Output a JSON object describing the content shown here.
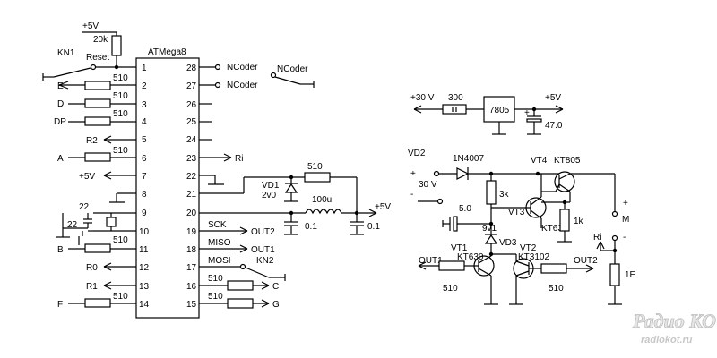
{
  "mcu": {
    "name": "ATMega8",
    "left_pins": [
      "1",
      "2",
      "3",
      "4",
      "5",
      "6",
      "7",
      "8",
      "9",
      "10",
      "11",
      "12",
      "13",
      "14"
    ],
    "right_pins": [
      "28",
      "27",
      "26",
      "25",
      "24",
      "23",
      "22",
      "21",
      "20",
      "19",
      "18",
      "17",
      "16",
      "15"
    ]
  },
  "left_side": {
    "vcc_top": "+5V",
    "r20k": "20k",
    "kn1": "KN1",
    "reset": "Reset",
    "signals": {
      "e": "E",
      "d": "D",
      "dp": "DP",
      "r2": "R2",
      "a": "A",
      "v5": "+5V",
      "b": "B",
      "r0": "R0",
      "r1": "R1",
      "f": "F"
    },
    "r510": "510",
    "c22a": "22",
    "c22b": "22"
  },
  "right_side": {
    "ncoder1": "NCoder",
    "ncoder2": "NCoder",
    "ncoder3": "NCoder",
    "ri": "Ri",
    "vd1": "VD1",
    "vd1_val": "2v0",
    "r510": "510",
    "l100u": "100u",
    "c01a": "0.1",
    "c01b": "0.1",
    "v5": "+5V",
    "sck": "SCK",
    "miso": "MISO",
    "mosi": "MOSI",
    "out1": "OUT1",
    "out2": "OUT2",
    "kn2": "KN2",
    "c": "C",
    "g": "G",
    "r510b": "510",
    "r510c": "510"
  },
  "regulator": {
    "vin": "+30 V",
    "r300": "300",
    "ic": "7805",
    "vout": "+5V",
    "cap": "47.0"
  },
  "driver": {
    "vd2": "VD2",
    "d_1n4007": "1N4007",
    "plus": "+",
    "minus": "-",
    "v30": "30 V",
    "vt4": "VT4",
    "kt805": "KT805",
    "r3k": "3k",
    "c50": "5.0",
    "vt3": "VT3",
    "kt630a": "KT630",
    "r1k": "1k",
    "m_plus": "+",
    "m": "M",
    "m_minus": "-",
    "ri": "Ri",
    "v9": "9v1",
    "vd3": "VD3",
    "vt1": "VT1",
    "kt630b": "KT630",
    "vt2": "VT2",
    "kt3102": "KT3102",
    "out1": "OUT1",
    "out2": "OUT2",
    "r510a": "510",
    "r510b": "510",
    "r1e": "1E"
  },
  "watermark": {
    "brand": "Радио КОТ",
    "site": "radiokot.ru"
  }
}
